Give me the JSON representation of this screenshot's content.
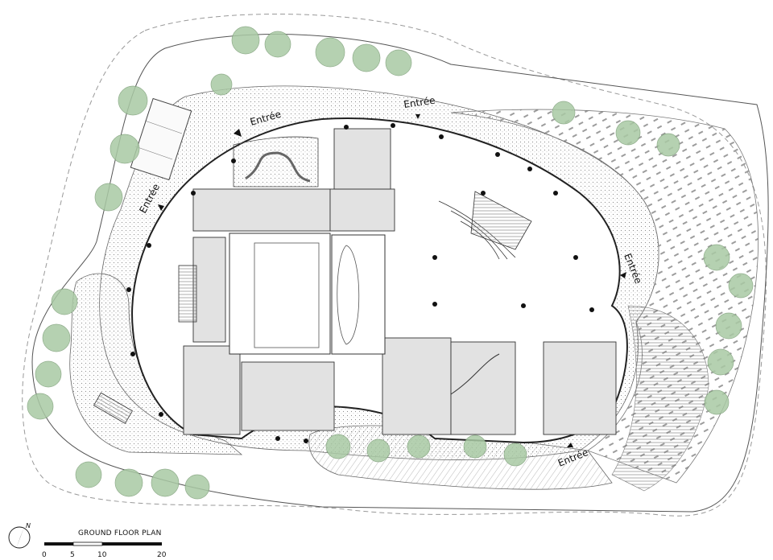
{
  "plan": {
    "title": "GROUND FLOOR PLAN",
    "north_label": "N",
    "entrance_label": "Entrée",
    "scale_ticks": [
      "0",
      "5",
      "10",
      "20"
    ]
  },
  "colors": {
    "line": "#333333",
    "fill_room": "#e2e2e2",
    "tree": "#a9c9a4",
    "ground": "#f4f4f4"
  }
}
